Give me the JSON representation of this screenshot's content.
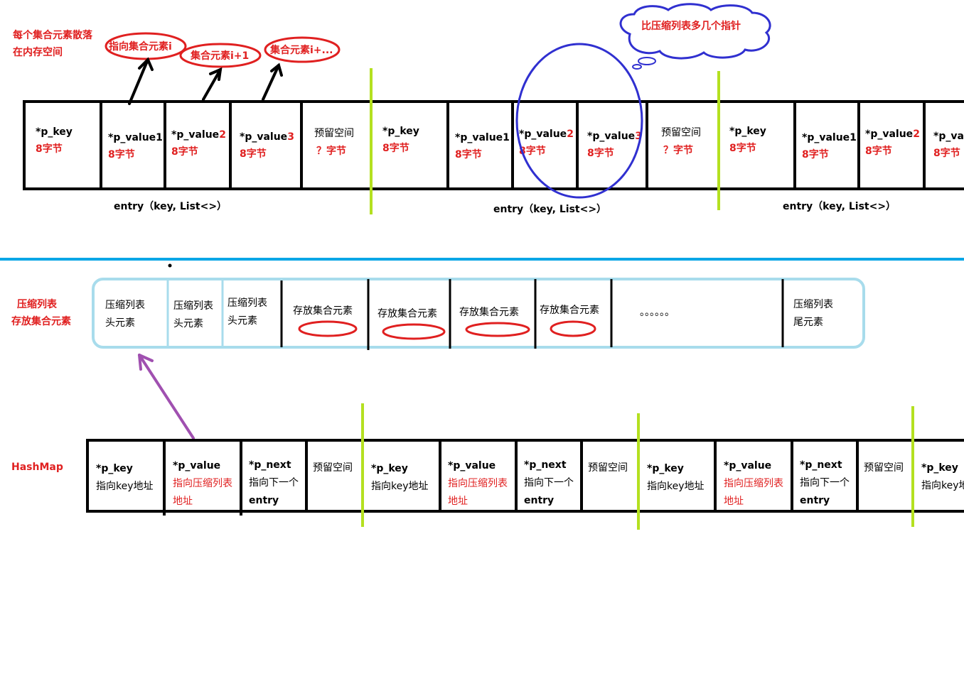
{
  "top": {
    "note": [
      "每个集合元素散落",
      "在内存空间"
    ],
    "bubbles": [
      "指向集合元素i",
      "集合元素i+1",
      "集合元素i+..."
    ],
    "cloud": "比压缩列表多几个指针",
    "cells": [
      {
        "l1": "*p_key",
        "l2": "8字节"
      },
      {
        "l1": "*p_value1",
        "l2": "8字节"
      },
      {
        "l1": "*p_value",
        "s": "2",
        "l2": "8字节"
      },
      {
        "l1": "*p_value",
        "s": "3",
        "l2": "8字节"
      },
      {
        "l1": "预留空间",
        "l2": "？字节"
      },
      {
        "l1": "*p_key",
        "l2": "8字节"
      },
      {
        "l1": "*p_value1",
        "l2": "8字节"
      },
      {
        "l1": "*p_value",
        "s": "2",
        "l2": "8字节"
      },
      {
        "l1": "*p_value",
        "s": "3",
        "l2": "8字节"
      },
      {
        "l1": "预留空间",
        "l2": "？字节"
      },
      {
        "l1": "*p_key",
        "l2": "8字节"
      },
      {
        "l1": "*p_value1",
        "l2": "8字节"
      },
      {
        "l1": "*p_value",
        "s": "2",
        "l2": "8字节"
      },
      {
        "l1": "*p_va",
        "l2": "8字节"
      }
    ],
    "entries": [
      "entry（key, List<>）",
      "entry（key, List<>）",
      "entry（key, List<>）"
    ]
  },
  "middle": {
    "label": [
      "压缩列表",
      "存放集合元素"
    ],
    "cells": [
      [
        "压缩列表",
        "头元素"
      ],
      [
        "压缩列表",
        "头元素"
      ],
      [
        "压缩列表",
        "头元素"
      ],
      [
        "存放集合元素"
      ],
      [
        "存放集合元素"
      ],
      [
        "存放集合元素"
      ],
      [
        "存放集合元素"
      ],
      [
        "。。。。。。"
      ],
      [
        "压缩列表",
        "尾元素"
      ]
    ]
  },
  "bottom": {
    "label": "HashMap",
    "cells": [
      {
        "l1": "*p_key",
        "l2": "指向key地址"
      },
      {
        "l1": "*p_value",
        "l2": "指向压缩列表",
        "l3": "地址",
        "red": true
      },
      {
        "l1": "*p_next",
        "l2": "指向下一个",
        "l3": "entry"
      },
      {
        "l1": "预留空间"
      },
      {
        "l1": "*p_key",
        "l2": "指向key地址"
      },
      {
        "l1": "*p_value",
        "l2": "指向压缩列表",
        "l3": "地址",
        "red": true
      },
      {
        "l1": "*p_next",
        "l2": "指向下一个",
        "l3": "entry"
      },
      {
        "l1": "预留空间"
      },
      {
        "l1": "*p_key",
        "l2": "指向key地址"
      },
      {
        "l1": "*p_value",
        "l2": "指向压缩列表",
        "l3": "地址",
        "red": true
      },
      {
        "l1": "*p_next",
        "l2": "指向下一个",
        "l3": "entry"
      },
      {
        "l1": "预留空间"
      },
      {
        "l1": "*p_key",
        "l2": "指向key地"
      }
    ]
  },
  "colors": {
    "red": "#e02020",
    "green": "#b4e020",
    "blue_divider": "#0aa6e6",
    "blue_circle": "#3030d0",
    "cyan_border": "#a8dcec",
    "purple": "#a050b0"
  }
}
